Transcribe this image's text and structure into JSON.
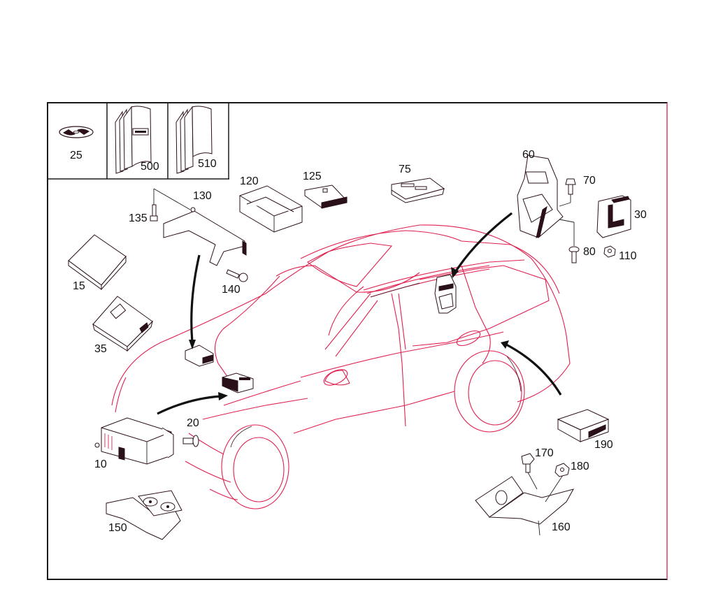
{
  "diagram": {
    "type": "exploded parts diagram",
    "line_color": "#e0204f",
    "outline_color": "#2a1018",
    "frame_color": "#1a1a1a"
  },
  "legend_boxes": [
    {
      "number": "25",
      "icon": "cd-disc-icon"
    },
    {
      "number": "500",
      "icon": "manual-book-icon"
    },
    {
      "number": "510",
      "icon": "manual-book-icon"
    }
  ],
  "callouts": {
    "c10": "10",
    "c15": "15",
    "c20": "20",
    "c30": "30",
    "c35": "35",
    "c60": "60",
    "c70": "70",
    "c75": "75",
    "c80": "80",
    "c110": "110",
    "c120": "120",
    "c125": "125",
    "c130": "130",
    "c135": "135",
    "c140": "140",
    "c150": "150",
    "c160": "160",
    "c170": "170",
    "c180": "180",
    "c190": "190"
  }
}
